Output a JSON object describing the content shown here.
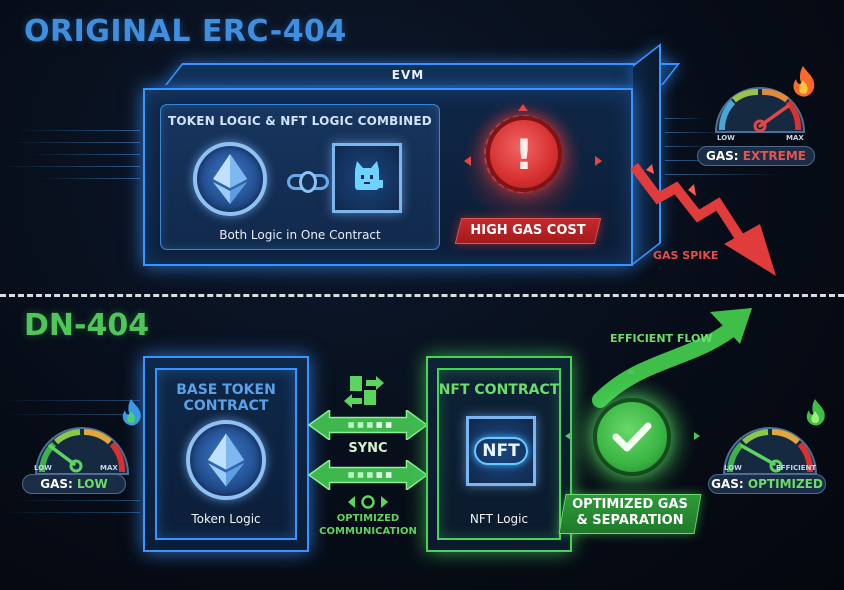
{
  "top_section": {
    "title": "ORIGINAL ERC-404",
    "evm_label": "EVM",
    "combined_panel": {
      "title": "TOKEN LOGIC & NFT LOGIC COMBINED",
      "subtitle": "Both Logic in One Contract",
      "icons": [
        "ethereum-coin-icon",
        "chain-link-icon",
        "pixel-cat-nft-icon"
      ]
    },
    "alert": {
      "icon": "exclamation-alert-icon",
      "label": "HIGH GAS COST"
    },
    "spike_label": "GAS SPIKE",
    "gauge": {
      "low_label": "LOW",
      "high_label": "MAX",
      "status_prefix": "GAS:",
      "status_value": "EXTREME",
      "status_color": "#e55353"
    }
  },
  "bottom_section": {
    "title": "DN-404",
    "left_gauge": {
      "low_label": "LOW",
      "high_label": "MAX",
      "status_prefix": "GAS:",
      "status_value": "LOW",
      "status_color": "#6ddc6a"
    },
    "base_contract": {
      "title_line1": "BASE TOKEN",
      "title_line2": "CONTRACT",
      "subtitle": "Token Logic"
    },
    "sync": {
      "label": "SYNC",
      "caption_line1": "OPTIMIZED",
      "caption_line2": "COMMUNICATION"
    },
    "nft_contract": {
      "title": "NFT CONTRACT",
      "badge": "NFT",
      "subtitle": "NFT Logic"
    },
    "check": {
      "icon": "checkmark-icon",
      "banner_line1": "OPTIMIZED GAS",
      "banner_line2": "& SEPARATION"
    },
    "flow_label": "EFFICIENT FLOW",
    "right_gauge": {
      "low_label": "LOW",
      "high_label": "EFFICIENT",
      "status_prefix": "GAS:",
      "status_value": "OPTIMIZED",
      "status_color": "#6ddc6a"
    }
  },
  "colors": {
    "erc_blue": "#3f8fe0",
    "dn_green": "#4fc65a",
    "alert_red": "#d63030",
    "glow_blue": "#3a93ff",
    "glow_green": "#45d456"
  }
}
